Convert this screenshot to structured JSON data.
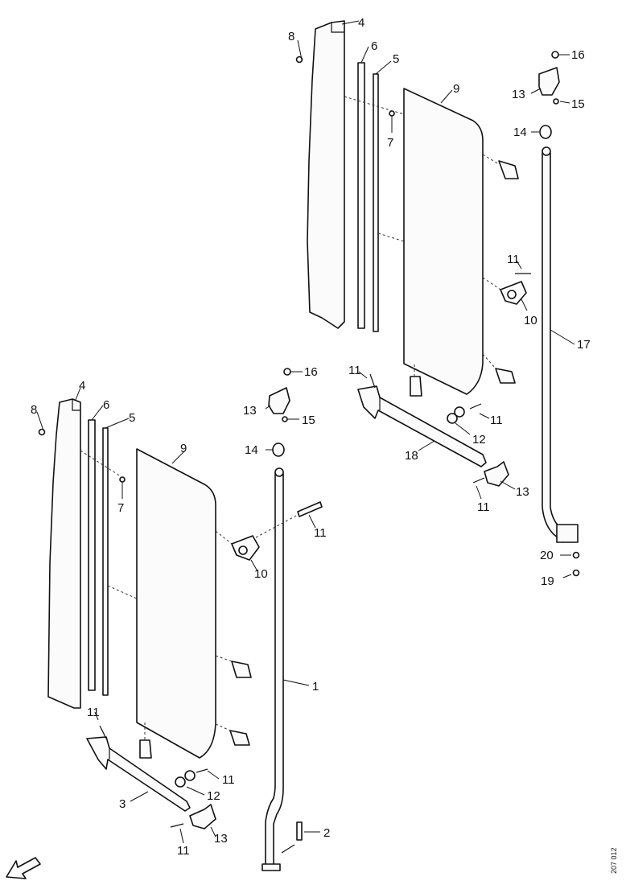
{
  "callouts": {
    "upper": {
      "p8": "8",
      "p4": "4",
      "p6": "6",
      "p5": "5",
      "p7": "7",
      "p9": "9",
      "p16": "16",
      "p13": "13",
      "p15": "15",
      "p14": "14",
      "p11a": "11",
      "p10": "10",
      "p17": "17",
      "p11b": "11",
      "p11c": "11",
      "p12": "12",
      "p18": "18",
      "p13b": "13",
      "p11d": "11",
      "p20": "20",
      "p19": "19"
    },
    "lower": {
      "p4": "4",
      "p8": "8",
      "p6": "6",
      "p5": "5",
      "p7": "7",
      "p9": "9",
      "p16": "16",
      "p13": "13",
      "p15": "15",
      "p14": "14",
      "p11a": "11",
      "p10": "10",
      "p1": "1",
      "p11b": "11",
      "p11c": "11",
      "p12": "12",
      "p3": "3",
      "p13b": "13",
      "p11d": "11",
      "p2": "2"
    }
  },
  "drawing_ref": "207 012"
}
